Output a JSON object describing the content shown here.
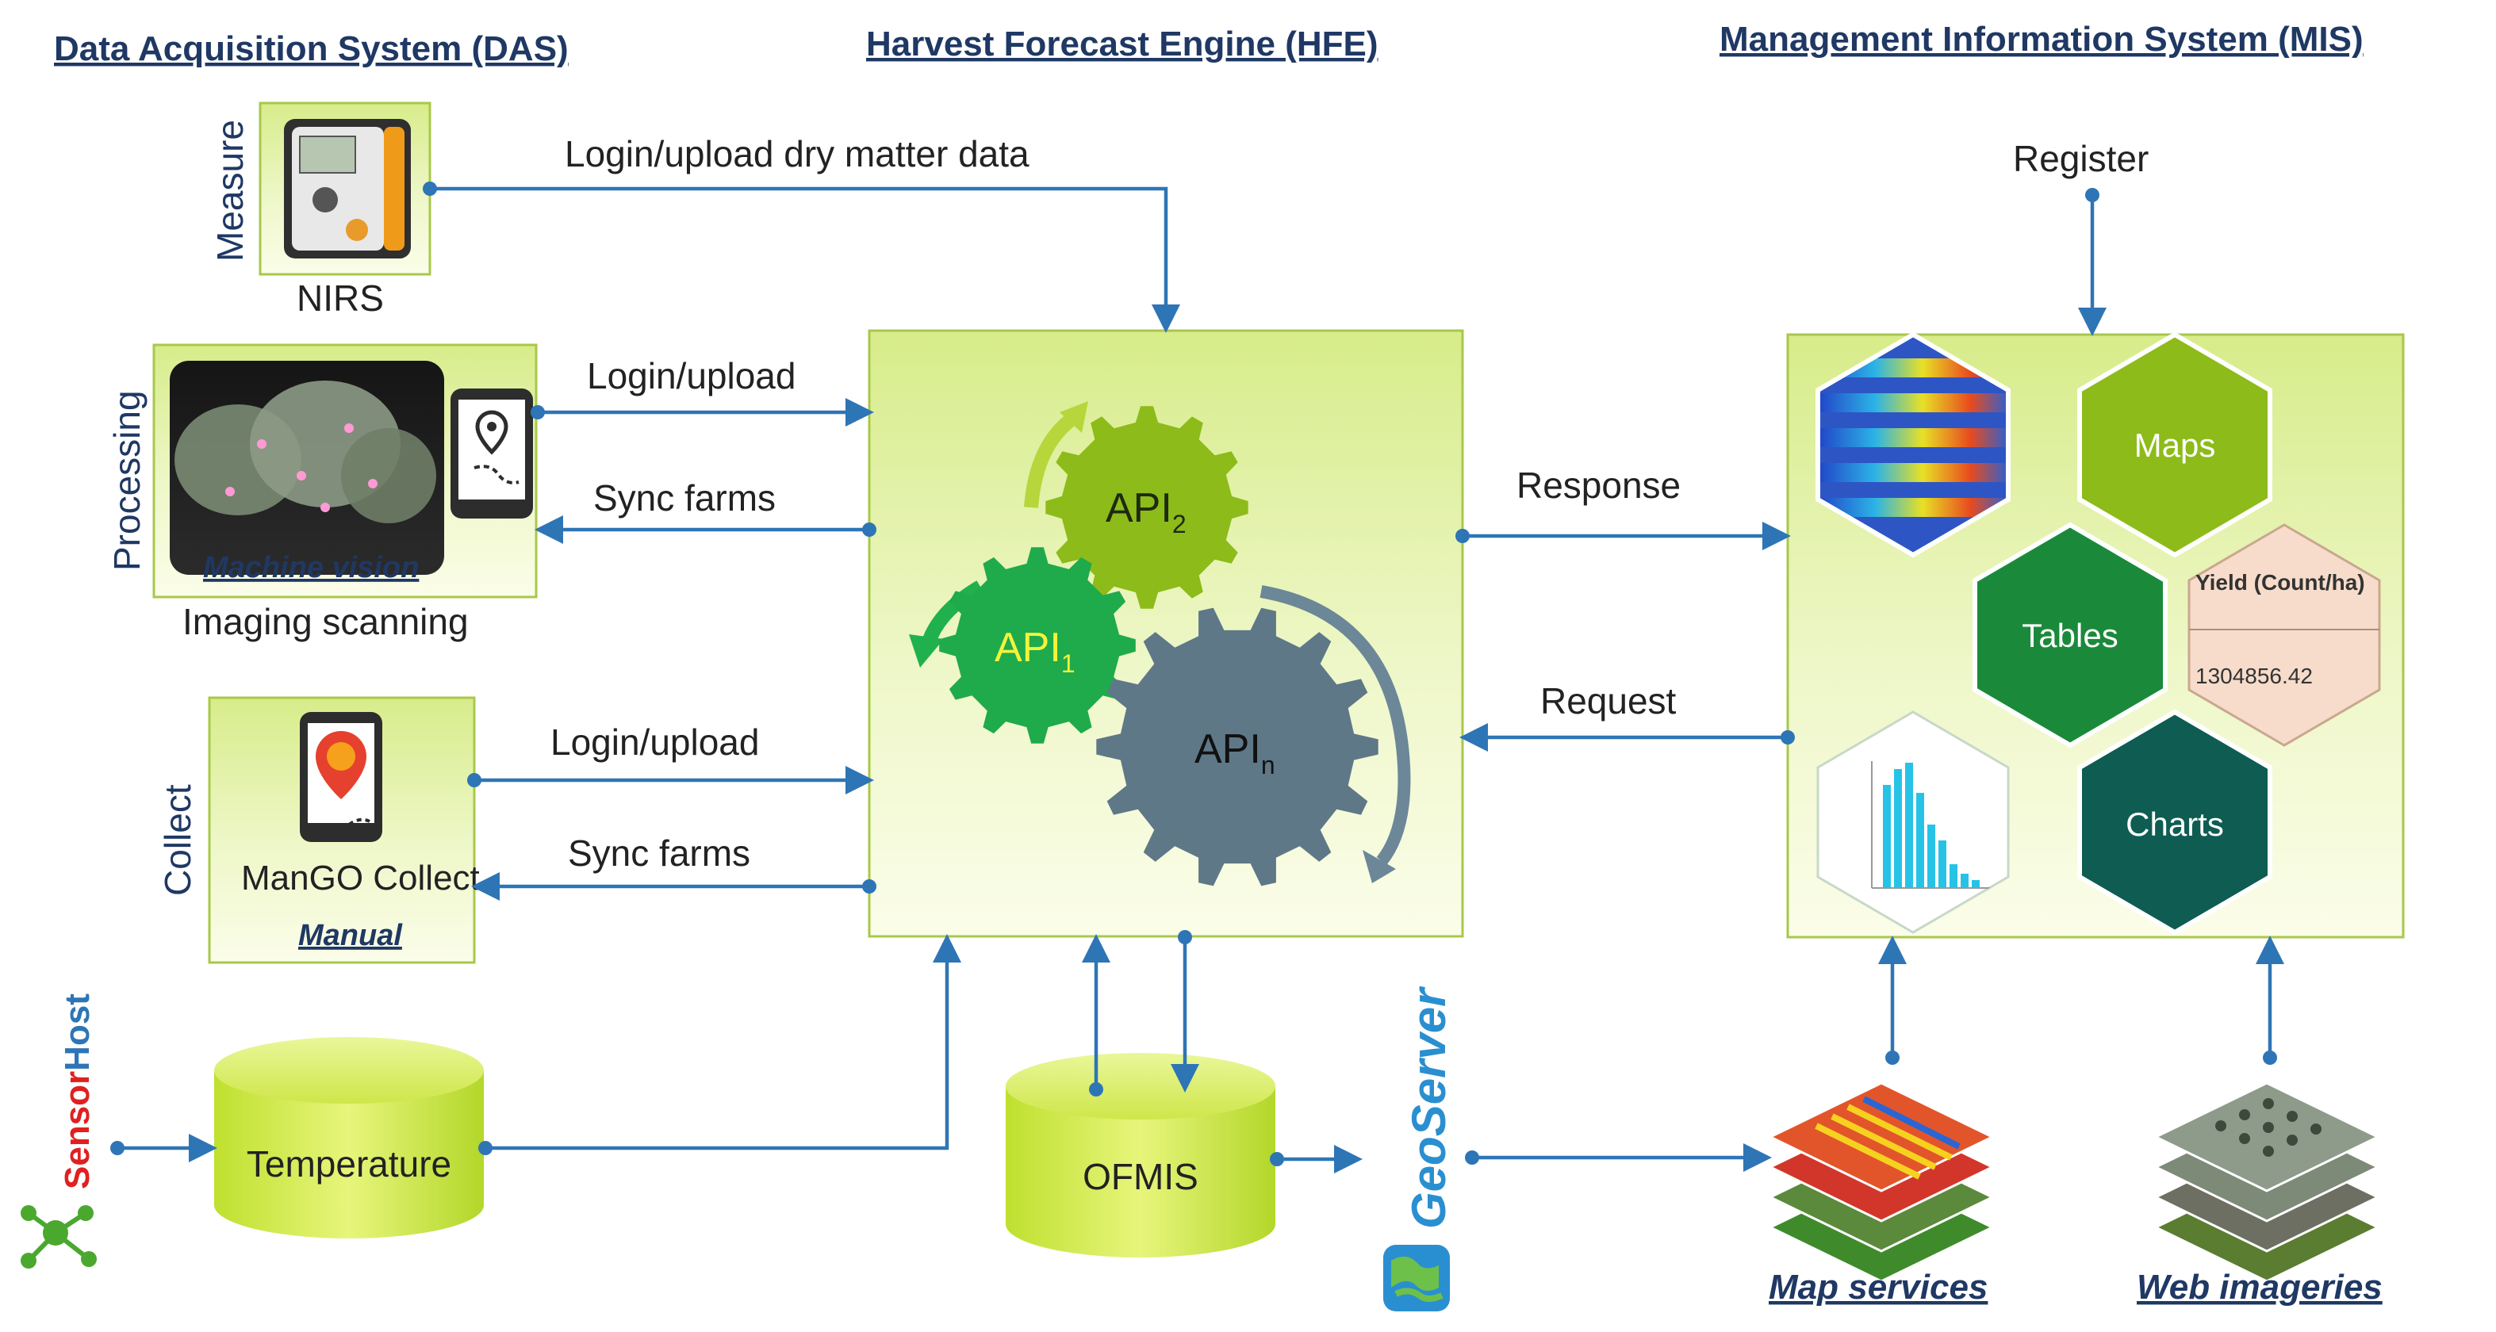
{
  "headers": {
    "das": "Data Acquisition System (DAS)",
    "hfe": "Harvest Forecast Engine (HFE)",
    "mis": "Management Information System (MIS)"
  },
  "das": {
    "measure_label": "Measure",
    "nirs_label": "NIRS",
    "processing_label": "Processing",
    "machine_vision_caption": "Machine vision",
    "imaging_label": "Imaging scanning",
    "collect_label": "Collect",
    "mango_collect_label": "ManGO Collect",
    "manual_caption": "Manual"
  },
  "flows": {
    "login_upload_dry_matter": "Login/upload dry matter data",
    "login_upload_1": "Login/upload",
    "sync_farms_1": "Sync farms",
    "login_upload_2": "Login/upload",
    "sync_farms_2": "Sync farms",
    "response": "Response",
    "request": "Request",
    "register": "Register"
  },
  "hfe": {
    "api_1": "API",
    "api_1_sub": "1",
    "api_2": "API",
    "api_2_sub": "2",
    "api_n": "API",
    "api_n_sub": "n"
  },
  "mis": {
    "maps": "Maps",
    "tables": "Tables",
    "charts": "Charts",
    "yield_title": "Yield (Count/ha)",
    "yield_value": "1304856.42"
  },
  "bottom": {
    "sensorhost_sensor": "Sensor",
    "sensorhost_host": "Host",
    "temperature": "Temperature",
    "ofmis": "OFMIS",
    "geoserver": "GeoServer",
    "map_services": "Map services",
    "web_imageries": "Web imageries"
  },
  "colors": {
    "arrow": "#2e75b6",
    "header": "#1f3864",
    "api_1_gear": "#1faa4b",
    "api_2_gear": "#8dbb1a",
    "api_n_gear": "#5f7888",
    "maps_hex": "#8dbb1a",
    "tables_hex": "#1a8a3a",
    "charts_hex": "#0e5c52",
    "yield_hex": "#f7dccb"
  }
}
